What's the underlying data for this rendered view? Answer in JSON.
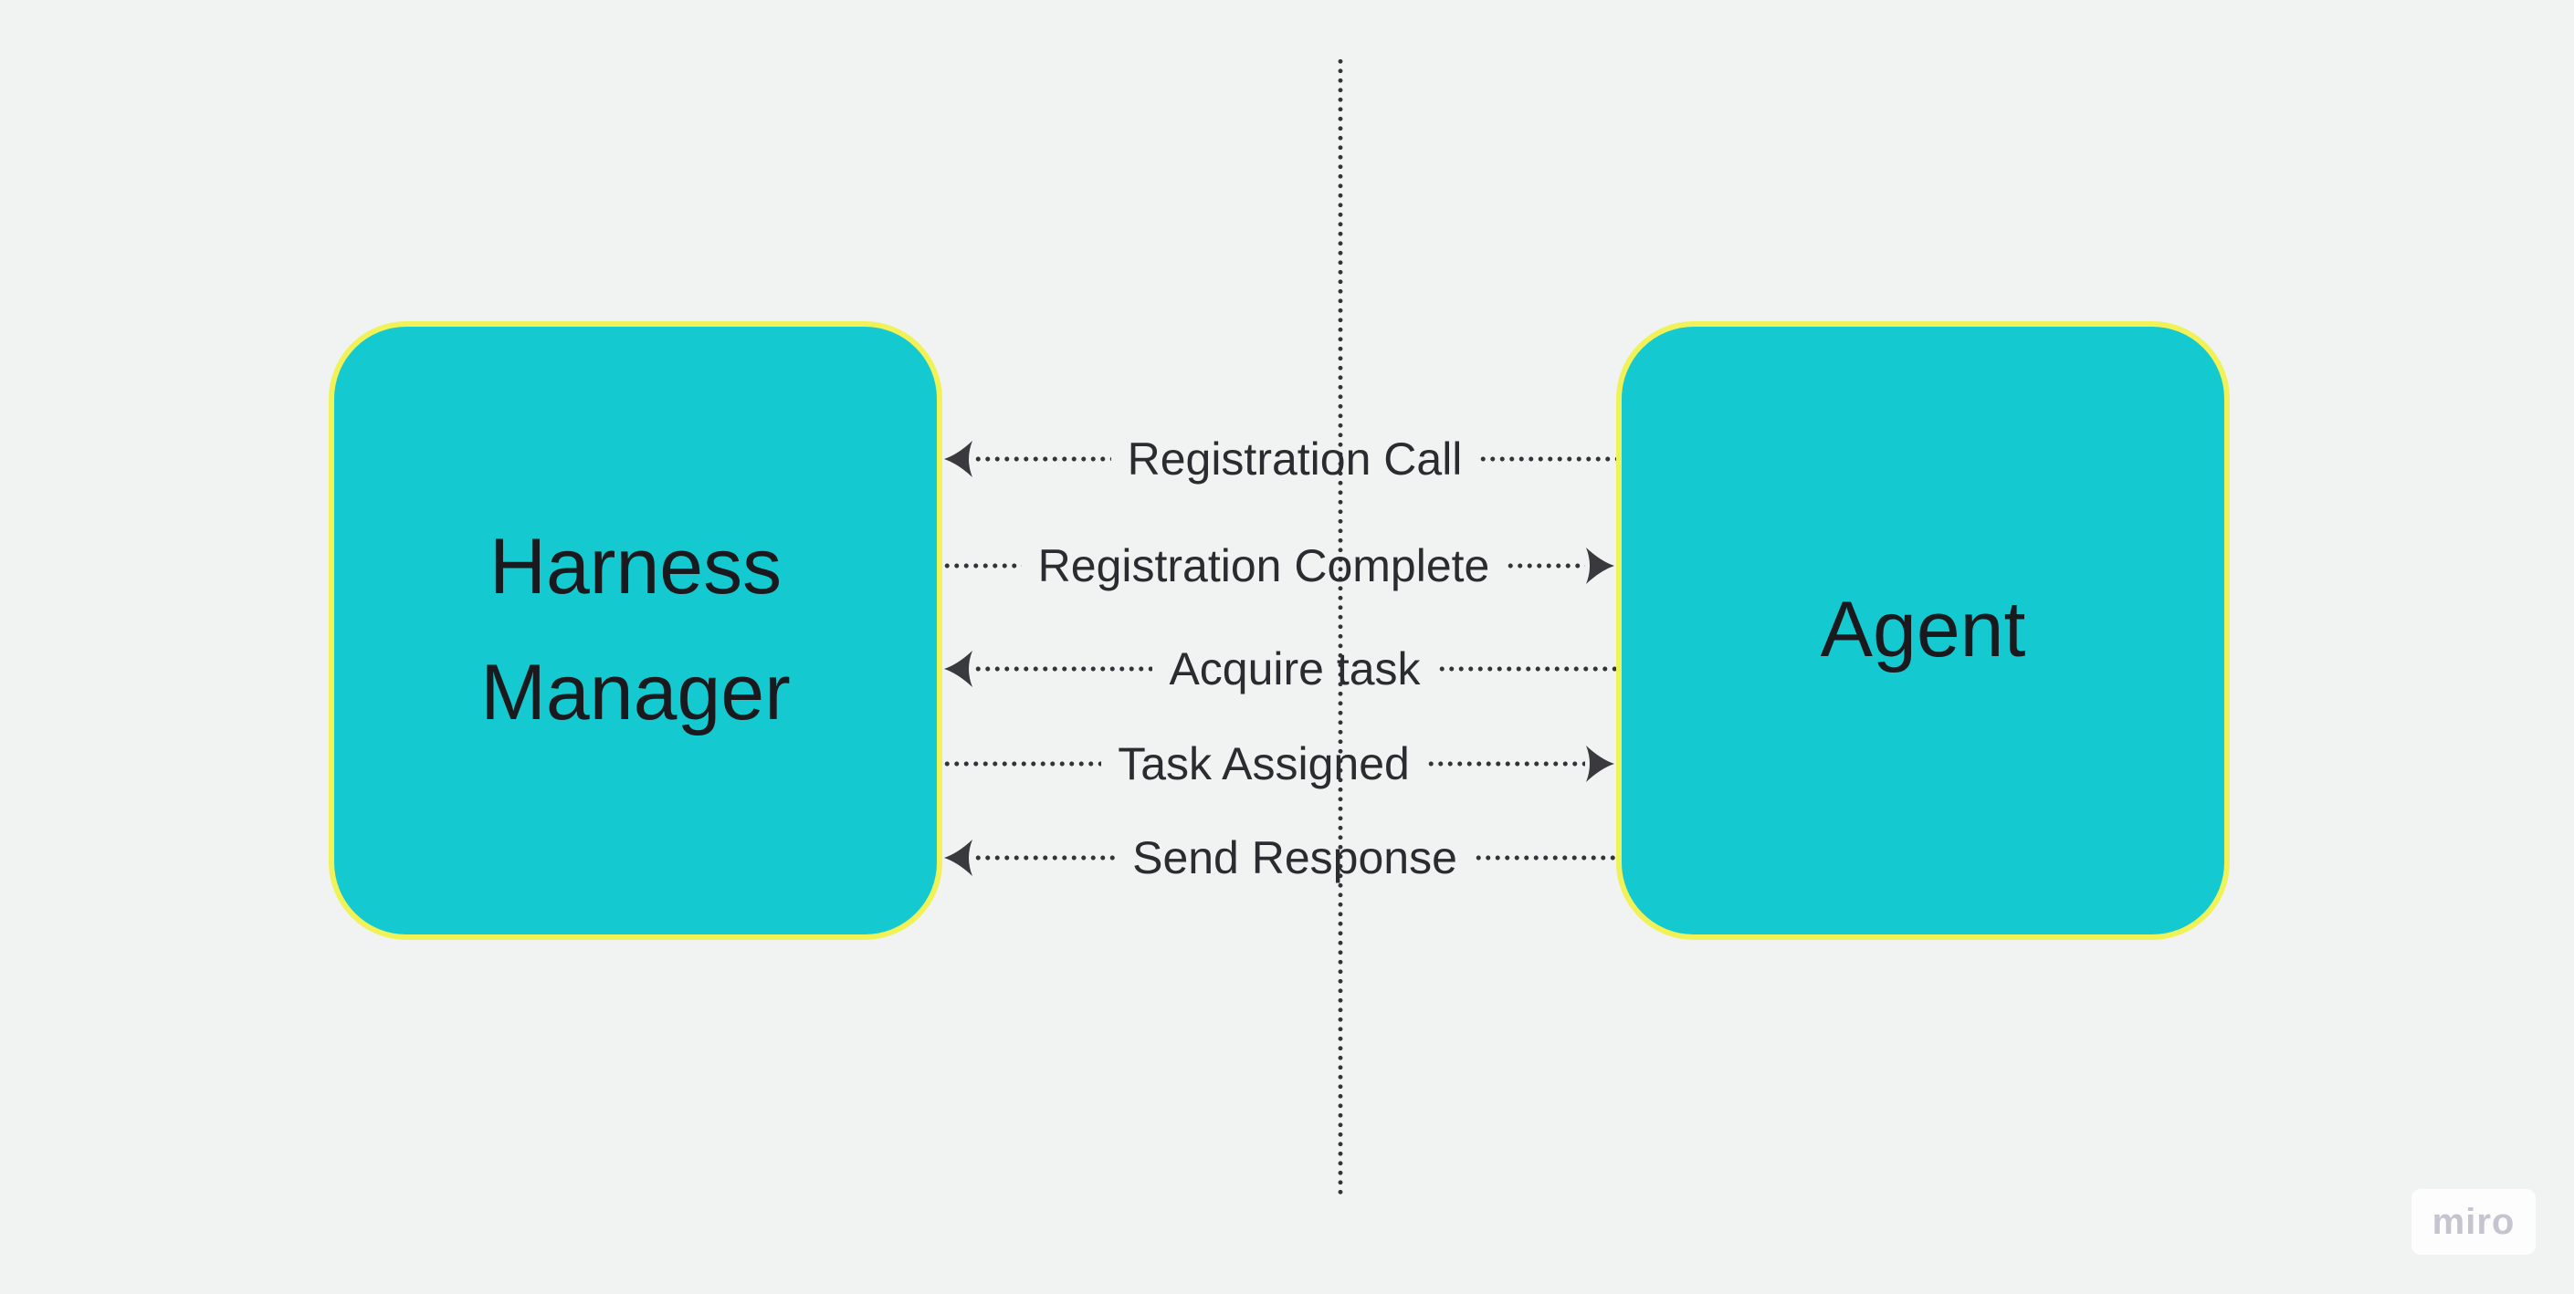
{
  "canvas": {
    "background": "#f1f2f2"
  },
  "nodes": {
    "harness_manager": {
      "label": "Harness Manager"
    },
    "agent": {
      "label": "Agent"
    }
  },
  "messages": [
    {
      "label": "Registration Call",
      "direction": "left"
    },
    {
      "label": "Registration Complete",
      "direction": "right"
    },
    {
      "label": "Acquire task",
      "direction": "left"
    },
    {
      "label": "Task Assigned",
      "direction": "right"
    },
    {
      "label": "Send Response",
      "direction": "left"
    }
  ],
  "watermark": {
    "label": "miro"
  },
  "colors": {
    "node_fill": "#14c9cf",
    "node_border": "#f1f257",
    "node_text": "#1a1a1e",
    "line": "#333338",
    "arrowhead": "#3a3a3e",
    "message_text": "#2b2b30",
    "watermark_text": "#c5c4cf"
  }
}
